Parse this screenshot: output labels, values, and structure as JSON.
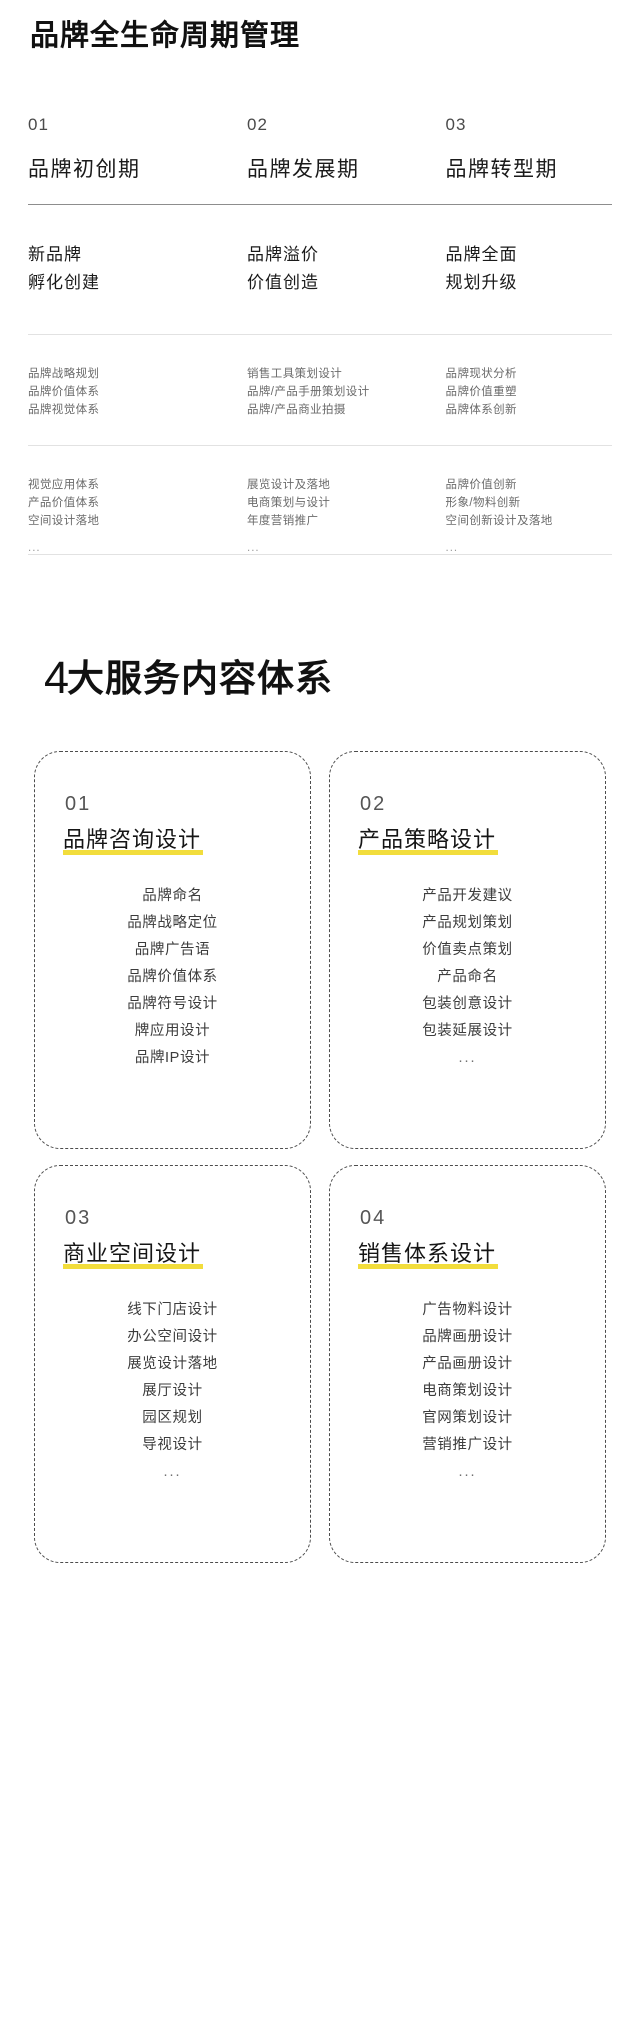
{
  "lifecycle": {
    "title": "品牌全生命周期管理",
    "columns": [
      {
        "number": "01",
        "phase": "品牌初创期",
        "headline": "新品牌\n孵化创建",
        "list_a": [
          "品牌战略规划",
          "品牌价值体系",
          "品牌视觉体系"
        ],
        "list_b": [
          "视觉应用体系",
          "产品价值体系",
          "空间设计落地"
        ],
        "ellipsis": "..."
      },
      {
        "number": "02",
        "phase": "品牌发展期",
        "headline": "品牌溢价\n价值创造",
        "list_a": [
          "销售工具策划设计",
          "品牌/产品手册策划设计",
          "品牌/产品商业拍摄"
        ],
        "list_b": [
          "展览设计及落地",
          "电商策划与设计",
          "年度营销推广"
        ],
        "ellipsis": "..."
      },
      {
        "number": "03",
        "phase": "品牌转型期",
        "headline": "品牌全面\n规划升级",
        "list_a": [
          "品牌现状分析",
          "品牌价值重塑",
          "品牌体系创新"
        ],
        "list_b": [
          "品牌价值创新",
          "形象/物料创新",
          "空间创新设计及落地"
        ],
        "ellipsis": "..."
      }
    ]
  },
  "services": {
    "title_number": "4",
    "title_rest": "大服务内容体系",
    "accent_color": "#f2dd3c",
    "cards": [
      {
        "number": "01",
        "title": "品牌咨询设计",
        "items": [
          "品牌命名",
          "品牌战略定位",
          "品牌广告语",
          "品牌价值体系",
          "品牌符号设计",
          "牌应用设计",
          "品牌IP设计"
        ]
      },
      {
        "number": "02",
        "title": "产品策略设计",
        "items": [
          "产品开发建议",
          "产品规划策划",
          "价值卖点策划",
          "产品命名",
          "包装创意设计",
          "包装延展设计",
          "..."
        ]
      },
      {
        "number": "03",
        "title": "商业空间设计",
        "items": [
          "线下门店设计",
          "办公空间设计",
          "展览设计落地",
          "展厅设计",
          "园区规划",
          "导视设计",
          "..."
        ]
      },
      {
        "number": "04",
        "title": "销售体系设计",
        "items": [
          "广告物料设计",
          "品牌画册设计",
          "产品画册设计",
          "电商策划设计",
          "官网策划设计",
          "营销推广设计",
          "..."
        ]
      }
    ]
  }
}
